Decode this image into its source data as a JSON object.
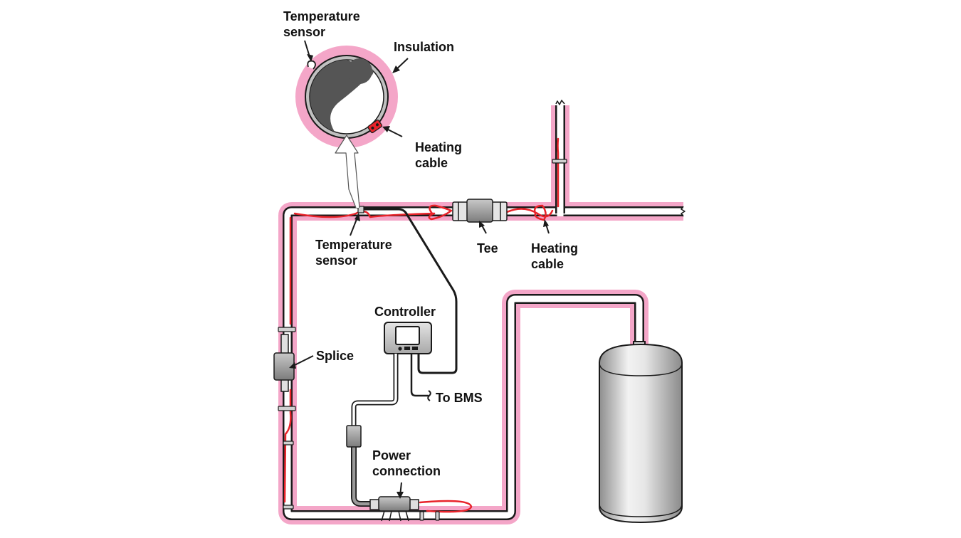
{
  "labels": {
    "detail_temperature_sensor": [
      "Temperature",
      "sensor"
    ],
    "insulation": "Insulation",
    "detail_heating_cable": [
      "Heating",
      "cable"
    ],
    "temperature_sensor": [
      "Temperature",
      "sensor"
    ],
    "tee": "Tee",
    "heating_cable": [
      "Heating",
      "cable"
    ],
    "controller": "Controller",
    "splice": "Splice",
    "to_bms": "To BMS",
    "power_connection": [
      "Power",
      "connection"
    ]
  },
  "colors": {
    "insulation": "#f4a6c8",
    "heating_cable": "#e8232a",
    "pipe_outline": "#1a1a1a",
    "pipe_fill": "#ffffff",
    "fluid_dark": "#555555",
    "component_gray": "#9a9a9a",
    "tank_light": "#f2f2f2",
    "tank_dark": "#9c9c9c"
  }
}
